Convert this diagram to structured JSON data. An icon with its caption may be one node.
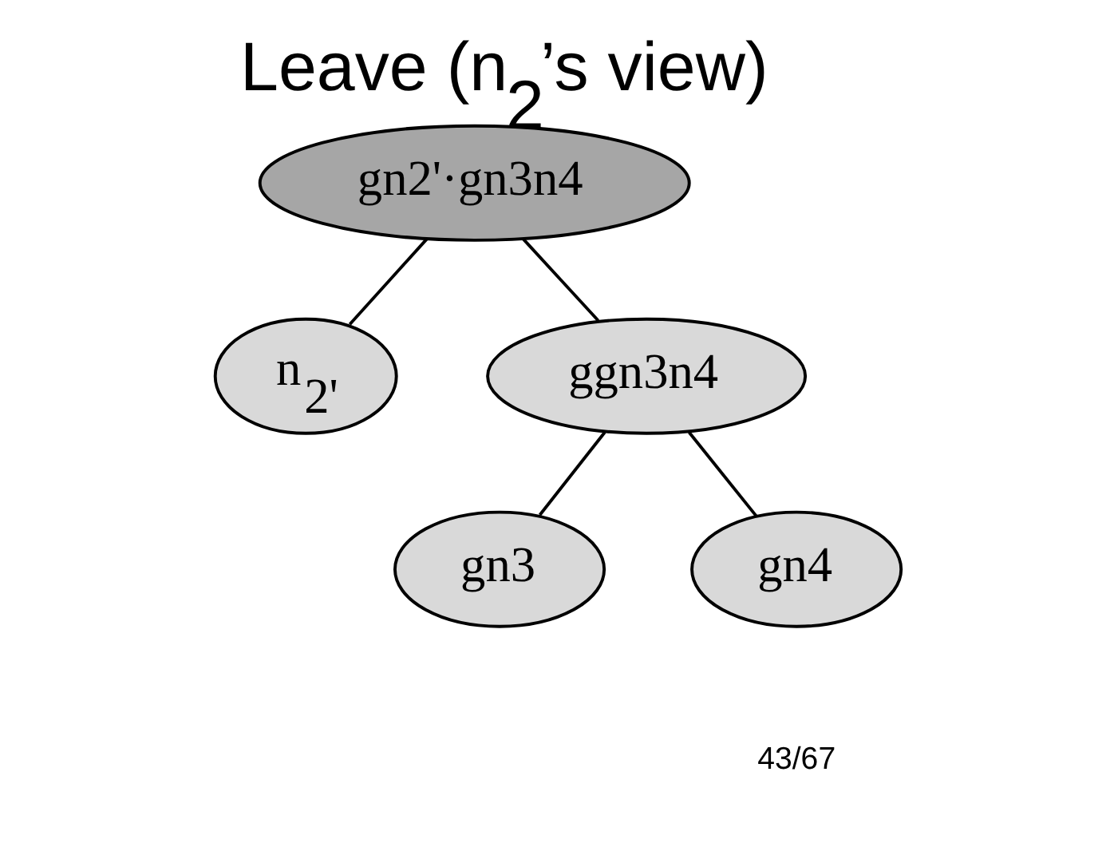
{
  "diagram": {
    "title": "Leave (n$_{2}$’s view)",
    "nodes": [
      {
        "text": [
          "gn2'·gn3n4"
        ]
      },
      {
        "text": [
          "n$_{2'}$"
        ]
      },
      {
        "text": [
          "ggn3n4"
        ]
      },
      {
        "text": [
          "gn3"
        ]
      },
      {
        "text": [
          "gn4"
        ]
      }
    ],
    "edges": [
      {
        "from": 0,
        "to": 1,
        "arrow": "none"
      },
      {
        "from": 0,
        "to": 2,
        "arrow": "none"
      },
      {
        "from": 2,
        "to": 3,
        "arrow": "none"
      },
      {
        "from": 2,
        "to": 4,
        "arrow": "none"
      }
    ],
    "labels": [
      "43/67"
    ]
  }
}
